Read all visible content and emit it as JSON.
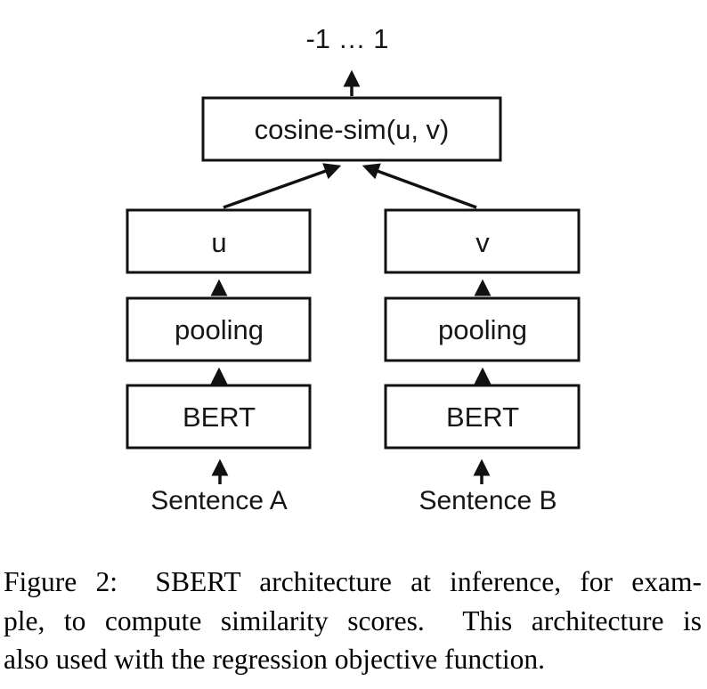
{
  "figure": {
    "diagram": {
      "output_range_label": "-1 … 1",
      "cosine_box_label": "cosine-sim(u, v)",
      "left_branch": {
        "vector_label": "u",
        "pooling_label": "pooling",
        "encoder_label": "BERT",
        "input_label": "Sentence A"
      },
      "right_branch": {
        "vector_label": "v",
        "pooling_label": "pooling",
        "encoder_label": "BERT",
        "input_label": "Sentence B"
      }
    },
    "caption": {
      "label": "Figure 2:",
      "lines": [
        "Figure 2:  SBERT architecture at inference, for exam-",
        "ple, to compute similarity scores.  This architecture is",
        "also used with the regression objective function."
      ],
      "full_text": "Figure 2: SBERT architecture at inference, for example, to compute similarity scores. This architecture is also used with the regression objective function."
    },
    "colors": {
      "ink": "#111111",
      "background": "#ffffff"
    }
  }
}
